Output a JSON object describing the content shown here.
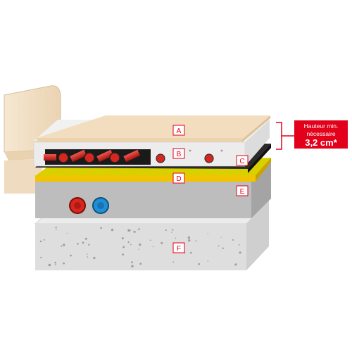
{
  "layers": [
    {
      "label": "A",
      "name": "finish-floor"
    },
    {
      "label": "B",
      "name": "heating-panel"
    },
    {
      "label": "C",
      "name": "black-membrane"
    },
    {
      "label": "D",
      "name": "yellow-strip"
    },
    {
      "label": "E",
      "name": "screed-slab"
    },
    {
      "label": "F",
      "name": "concrete-base"
    }
  ],
  "callout": {
    "line1": "Hauteur min.",
    "line2": "nécessaire",
    "value": "3,2 cm*"
  },
  "colors": {
    "accent": "#e2001a",
    "pipe_hot": "#d7261e",
    "pipe_cold": "#1f8fd6",
    "wood": "#f2ddbf",
    "concrete": "#d9d9d9",
    "screed": "#bdbdbd",
    "yellow": "#f1c400"
  }
}
